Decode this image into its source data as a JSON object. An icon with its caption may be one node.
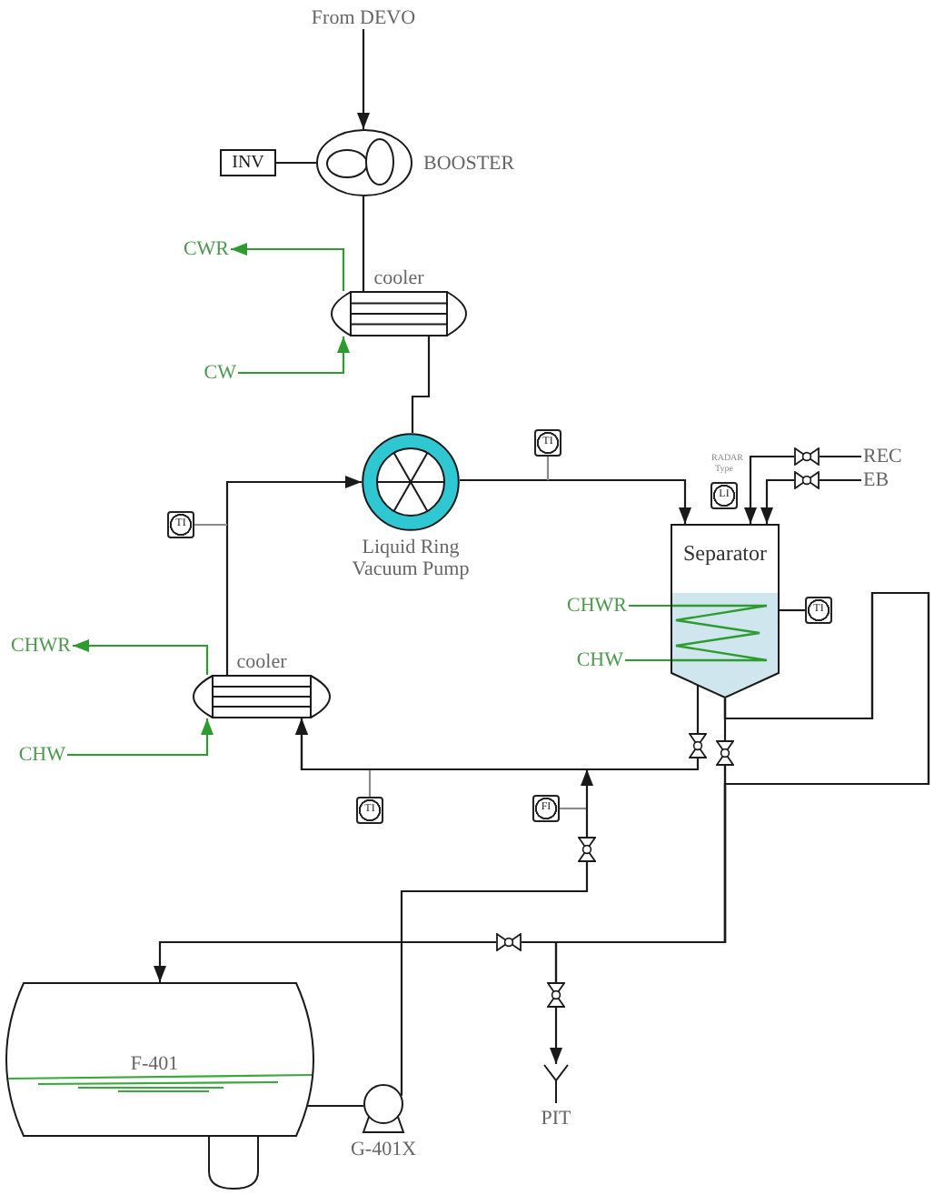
{
  "diagram": {
    "nodes": [
      {
        "text": [
          "From DEVO"
        ]
      },
      {
        "text": [
          "INV"
        ]
      },
      {
        "text": [
          "BOOSTER"
        ]
      },
      {
        "text": [
          "cooler"
        ]
      },
      {
        "text": [
          "CWR"
        ]
      },
      {
        "text": [
          "CW"
        ]
      },
      {
        "text": [
          "TI"
        ]
      },
      {
        "text": [
          "TI"
        ]
      },
      {
        "text": [
          "Liquid Ring Vacuum Pump"
        ]
      },
      {
        "text": [
          "LI"
        ],
        "beside": [
          "RADAR Type"
        ]
      },
      {
        "text": [],
        "shape": "valve"
      },
      {
        "text": [
          "REC"
        ]
      },
      {
        "text": [],
        "shape": "valve"
      },
      {
        "text": [
          "EB"
        ]
      },
      {
        "text": [
          "Separator"
        ]
      },
      {
        "text": [],
        "shape": "coil",
        "in": 14
      },
      {
        "text": [
          "CHWR"
        ]
      },
      {
        "text": [
          "TI"
        ]
      },
      {
        "text": [
          "CHW"
        ]
      },
      {
        "text": [
          "CHWR"
        ]
      },
      {
        "text": [
          "cooler"
        ]
      },
      {
        "text": [
          "CHW"
        ]
      },
      {
        "text": [],
        "shape": "valve"
      },
      {
        "text": [],
        "shape": "valve"
      },
      {
        "text": [
          "TI"
        ]
      },
      {
        "text": [
          "FI"
        ]
      },
      {
        "text": [],
        "shape": "valve"
      },
      {
        "text": [],
        "shape": "valve"
      },
      {
        "text": [],
        "shape": "valve"
      },
      {
        "text": [
          "F-401"
        ]
      },
      {
        "text": [
          "G-401X"
        ]
      },
      {
        "text": [
          "PIT"
        ]
      }
    ],
    "edges": [
      {
        "from": 0,
        "to": 2,
        "arrow": "to"
      },
      {
        "from": 1,
        "to": 2,
        "arrow": "none"
      },
      {
        "from": 2,
        "to": 3,
        "arrow": "none"
      },
      {
        "from": 3,
        "to": 4,
        "arrow": "to",
        "color": "#2e9b2e"
      },
      {
        "from": 5,
        "to": 3,
        "arrow": "to",
        "color": "#2e9b2e"
      },
      {
        "from": 3,
        "to": 8,
        "arrow": "none"
      },
      {
        "from": 8,
        "to": 14,
        "arrow": "to"
      },
      {
        "from": 6,
        "to": null,
        "arrow": "none",
        "color": "#8a8a8a"
      },
      {
        "from": 20,
        "to": 8,
        "arrow": "to"
      },
      {
        "from": 7,
        "to": null,
        "arrow": "none",
        "color": "#8a8a8a"
      },
      {
        "from": 11,
        "to": 10,
        "arrow": "none"
      },
      {
        "from": 10,
        "to": 14,
        "arrow": "to"
      },
      {
        "from": 13,
        "to": 12,
        "arrow": "none"
      },
      {
        "from": 12,
        "to": 14,
        "arrow": "to"
      },
      {
        "from": 18,
        "to": 15,
        "arrow": "none",
        "color": "#2e9b2e"
      },
      {
        "from": 15,
        "to": 16,
        "arrow": "none",
        "color": "#2e9b2e"
      },
      {
        "from": 17,
        "to": 14,
        "arrow": "none"
      },
      {
        "from": 20,
        "to": 19,
        "arrow": "to",
        "color": "#2e9b2e"
      },
      {
        "from": 21,
        "to": 20,
        "arrow": "to",
        "color": "#2e9b2e"
      },
      {
        "from": 14,
        "to": 22,
        "arrow": "none"
      },
      {
        "from": 22,
        "to": 20,
        "arrow": "to"
      },
      {
        "from": 24,
        "to": null,
        "arrow": "none",
        "color": "#8a8a8a"
      },
      {
        "from": 14,
        "to": 23,
        "arrow": "none"
      },
      {
        "from": 23,
        "to": 27,
        "arrow": "none"
      },
      {
        "from": 23,
        "to": 28,
        "arrow": "none"
      },
      {
        "from": 14,
        "to": 27,
        "arrow": "none"
      },
      {
        "from": 14,
        "to": 28,
        "arrow": "none"
      },
      {
        "from": 27,
        "to": 29,
        "arrow": "to"
      },
      {
        "from": 28,
        "to": 31,
        "arrow": "to"
      },
      {
        "from": 25,
        "to": null,
        "arrow": "none",
        "color": "#8a8a8a"
      },
      {
        "from": 29,
        "to": 30,
        "arrow": "none"
      },
      {
        "from": 30,
        "to": 26,
        "arrow": "none"
      },
      {
        "from": 26,
        "to": 20,
        "arrow": "to"
      }
    ]
  }
}
